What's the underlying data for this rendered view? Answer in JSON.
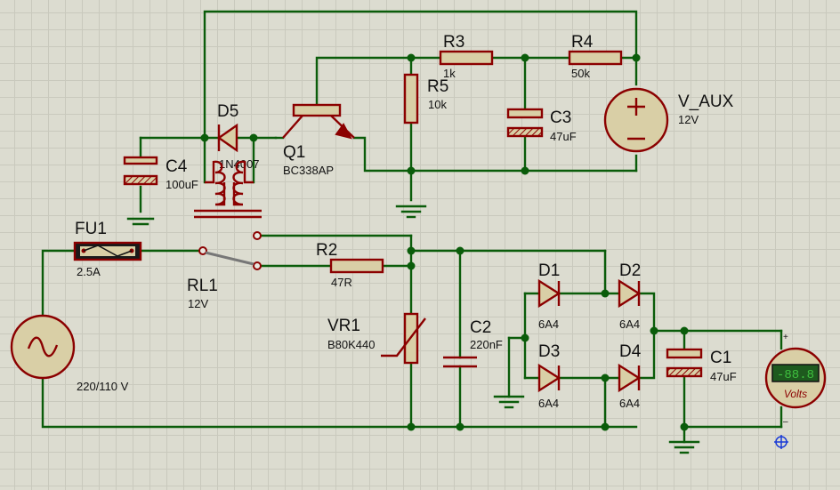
{
  "components": {
    "fu1": {
      "ref": "FU1",
      "value": "2.5A"
    },
    "rl1": {
      "ref": "RL1",
      "value": "12V"
    },
    "r2": {
      "ref": "R2",
      "value": "47R"
    },
    "r3": {
      "ref": "R3",
      "value": "1k"
    },
    "r4": {
      "ref": "R4",
      "value": "50k"
    },
    "r5": {
      "ref": "R5",
      "value": "10k"
    },
    "c1": {
      "ref": "C1",
      "value": "47uF"
    },
    "c2": {
      "ref": "C2",
      "value": "220nF"
    },
    "c3": {
      "ref": "C3",
      "value": "47uF"
    },
    "c4": {
      "ref": "C4",
      "value": "100uF"
    },
    "d1": {
      "ref": "D1",
      "value": "6A4"
    },
    "d2": {
      "ref": "D2",
      "value": "6A4"
    },
    "d3": {
      "ref": "D3",
      "value": "6A4"
    },
    "d4": {
      "ref": "D4",
      "value": "6A4"
    },
    "d5": {
      "ref": "D5",
      "value": "1N4007"
    },
    "q1": {
      "ref": "Q1",
      "value": "BC338AP"
    },
    "vr1": {
      "ref": "VR1",
      "value": "B80K440"
    },
    "vaux": {
      "ref": "V_AUX",
      "value": "12V"
    },
    "ac_source": {
      "value": "220/110 V"
    }
  },
  "voltmeter": {
    "display": "-88.8",
    "label": "Volts",
    "plus": "+",
    "minus": "–"
  },
  "colors": {
    "wire": "#0a5c0a",
    "part": "#8b0000",
    "body_fill": "#d9cfa6",
    "background": "#dcdcd0",
    "display": "#3fbf3f"
  }
}
